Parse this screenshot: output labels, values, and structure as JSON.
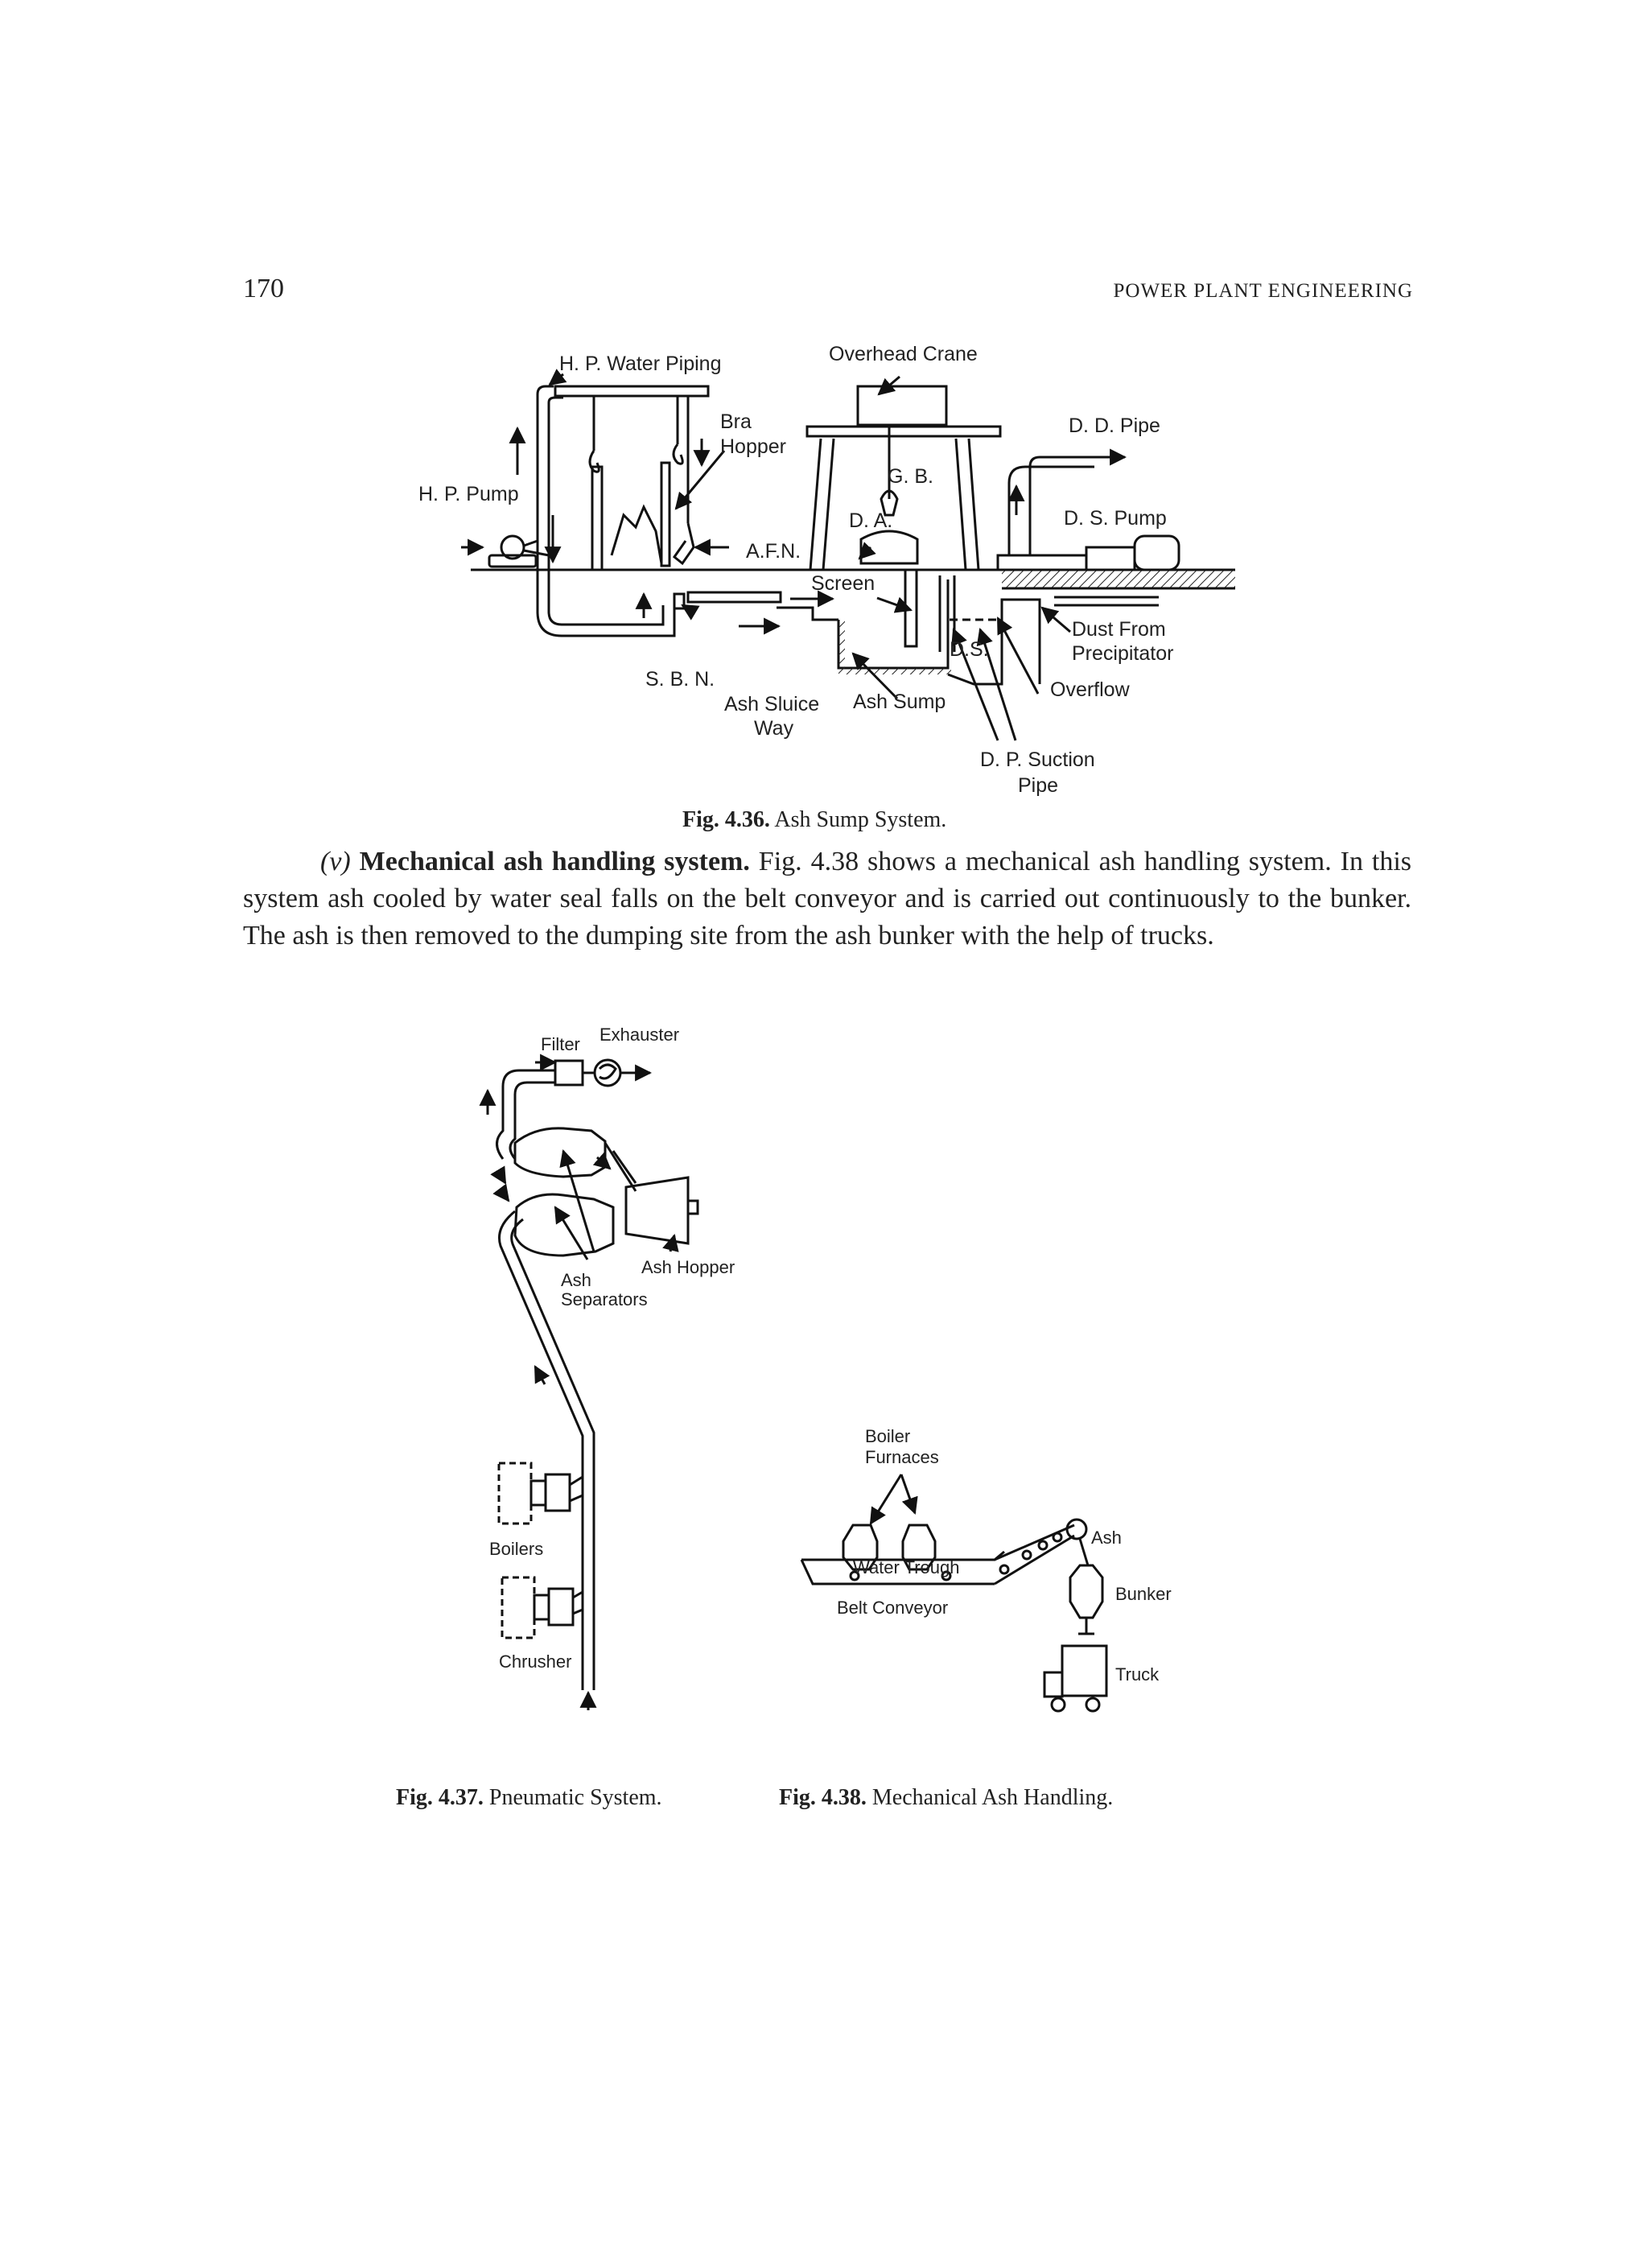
{
  "header": {
    "page_number": "170",
    "running_title": "POWER PLANT ENGINEERING"
  },
  "fig436": {
    "labels": {
      "hp_water_piping": "H. P. Water Piping",
      "overhead_crane": "Overhead Crane",
      "bra": "Bra",
      "hopper": "Hopper",
      "dd_pipe": "D. D. Pipe",
      "gb": "G. B.",
      "hp_pump": "H. P. Pump",
      "da": "D. A.",
      "ds_pump": "D. S. Pump",
      "afn": "A.F.N.",
      "screen": "Screen",
      "dust_from": "Dust From",
      "precipitator": "Precipitator",
      "ds": "D.S.",
      "sbn": "S. B. N.",
      "ash_sluice": "Ash Sluice",
      "way": "Way",
      "ash_sump": "Ash Sump",
      "overflow": "Overflow",
      "dp_suction": "D. P. Suction",
      "pipe": "Pipe"
    },
    "caption_num": "Fig. 4.36.",
    "caption_text": "Ash Sump System."
  },
  "paragraph": {
    "item": "(v)",
    "heading": "Mechanical ash handling system.",
    "body": "Fig. 4.38 shows a mechanical ash handling system. In this system ash cooled by water seal falls on the belt conveyor and is carried out continuously to the bunker. The ash is then removed to the dumping site from the ash bunker with the help of trucks."
  },
  "fig437": {
    "labels": {
      "filter": "Filter",
      "exhauster": "Exhauster",
      "ash": "Ash",
      "separators": "Separators",
      "ash_hopper": "Ash Hopper",
      "boilers": "Boilers",
      "chrusher": "Chrusher"
    },
    "caption_num": "Fig. 4.37.",
    "caption_text": "Pneumatic System."
  },
  "fig438": {
    "labels": {
      "boiler": "Boiler",
      "furnaces": "Furnaces",
      "ash": "Ash",
      "water_trough": "Water Trough",
      "bunker": "Bunker",
      "belt_conveyor": "Belt Conveyor",
      "truck": "Truck"
    },
    "caption_num": "Fig. 4.38.",
    "caption_text": "Mechanical Ash Handling."
  }
}
